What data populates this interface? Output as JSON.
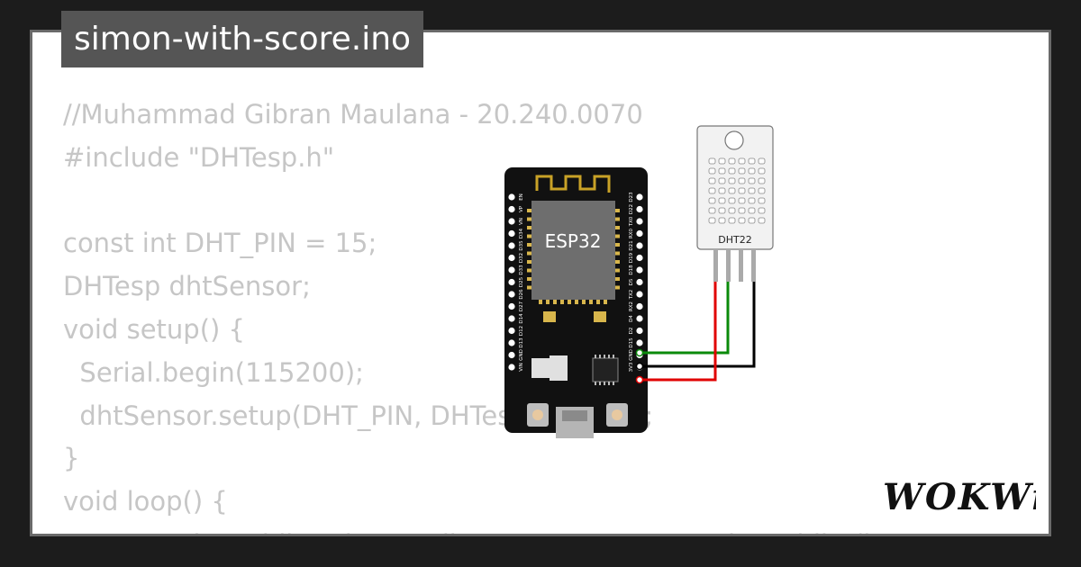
{
  "project": {
    "title": "simon-with-score.ino"
  },
  "code": {
    "lines": [
      "//Muhammad Gibran Maulana - 20.240.0070",
      "#include \"DHTesp.h\"",
      "",
      "const int DHT_PIN = 15;",
      "DHTesp dhtSensor;",
      "void setup() {",
      "  Serial.begin(115200);",
      "  dhtSensor.setup(DHT_PIN, DHTesp::DHT22);",
      "}",
      "void loop() {",
      "  TempAndHumidity  data = dhtSensor.getTempAndHumidity();"
    ]
  },
  "diagram": {
    "board_label": "ESP32",
    "sensor_label": "DHT22",
    "left_pins": [
      "EN",
      "VP",
      "VN",
      "D34",
      "D35",
      "D32",
      "D33",
      "D25",
      "D26",
      "D27",
      "D14",
      "D12",
      "D13",
      "GND",
      "VIN"
    ],
    "right_pins": [
      "D23",
      "D22",
      "TX0",
      "RX0",
      "D21",
      "D19",
      "D18",
      "D5",
      "TX2",
      "RX2",
      "D4",
      "D2",
      "D15",
      "GND",
      "3V3"
    ],
    "wire_colors": {
      "data": "#0a8a0a",
      "ground": "#000000",
      "power": "#e00000"
    },
    "board_color": "#111111",
    "chip_color": "#6e6e6e"
  },
  "branding": {
    "logo_text": "WOKWi"
  }
}
